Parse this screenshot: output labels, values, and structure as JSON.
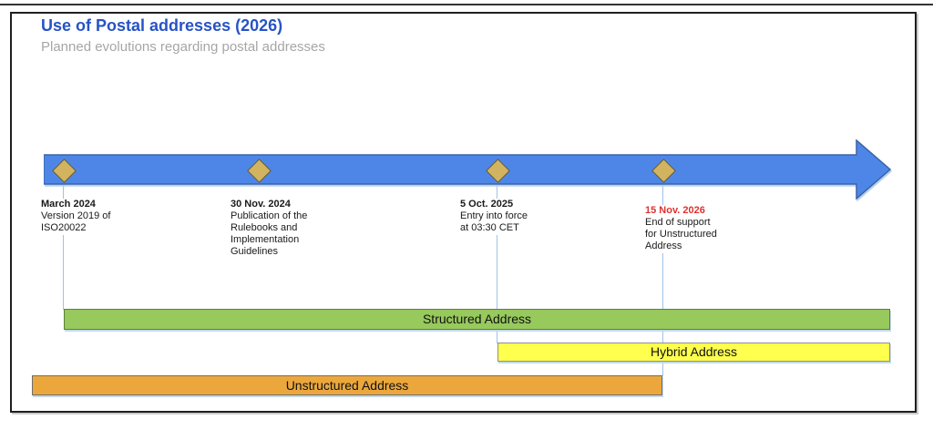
{
  "header": {
    "title": "Use of Postal addresses (2026)",
    "subtitle": "Planned evolutions regarding postal addresses"
  },
  "timeline": {
    "milestones": [
      {
        "date": "March 2024",
        "lines": [
          "Version 2019 of",
          "ISO20022"
        ]
      },
      {
        "date": "30 Nov. 2024",
        "lines": [
          "Publication of the",
          "Rulebooks and",
          "Implementation",
          "Guidelines"
        ]
      },
      {
        "date": "5 Oct. 2025",
        "lines": [
          "Entry into force",
          "at 03:30 CET"
        ]
      },
      {
        "date": "15 Nov. 2026",
        "lines": [
          "End of support",
          "for Unstructured",
          "Address"
        ],
        "highlighted": true
      }
    ]
  },
  "bars": [
    {
      "label": "Structured Address",
      "fill": "#97c95c"
    },
    {
      "label": "Hybrid Address",
      "fill": "#ffff4e"
    },
    {
      "label": "Unstructured Address",
      "fill": "#eca73c"
    }
  ],
  "colors": {
    "title_blue": "#2753c5",
    "subtitle_gray": "#a6a6a6",
    "arrow_fill": "#4e86e8",
    "arrow_border": "#3c64a8",
    "diamond_fill": "#d2b35f",
    "diamond_border": "#57573a",
    "connector_blue": "#9fc2e7",
    "highlight_red": "#e03030"
  }
}
